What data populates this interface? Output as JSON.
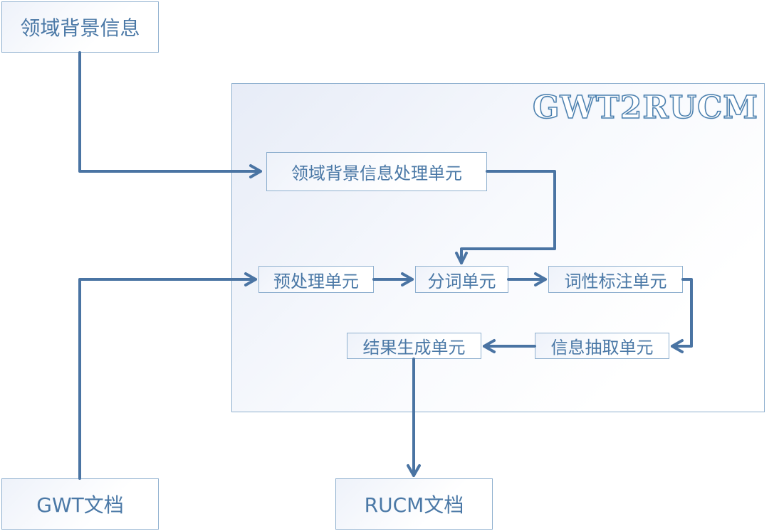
{
  "inputs": {
    "domain_info": "领域背景信息",
    "gwt_doc": "GWT文档"
  },
  "output": {
    "rucm_doc": "RUCM文档"
  },
  "system": {
    "title": "GWT2RUCM",
    "units": {
      "domain_unit": "领域背景信息处理单元",
      "preprocess_unit": "预处理单元",
      "segment_unit": "分词单元",
      "pos_unit": "词性标注单元",
      "extract_unit": "信息抽取单元",
      "result_unit": "结果生成单元"
    }
  },
  "colors": {
    "arrow": "#4a74a3",
    "border": "#8fb0cf",
    "text": "#4a78a6"
  }
}
